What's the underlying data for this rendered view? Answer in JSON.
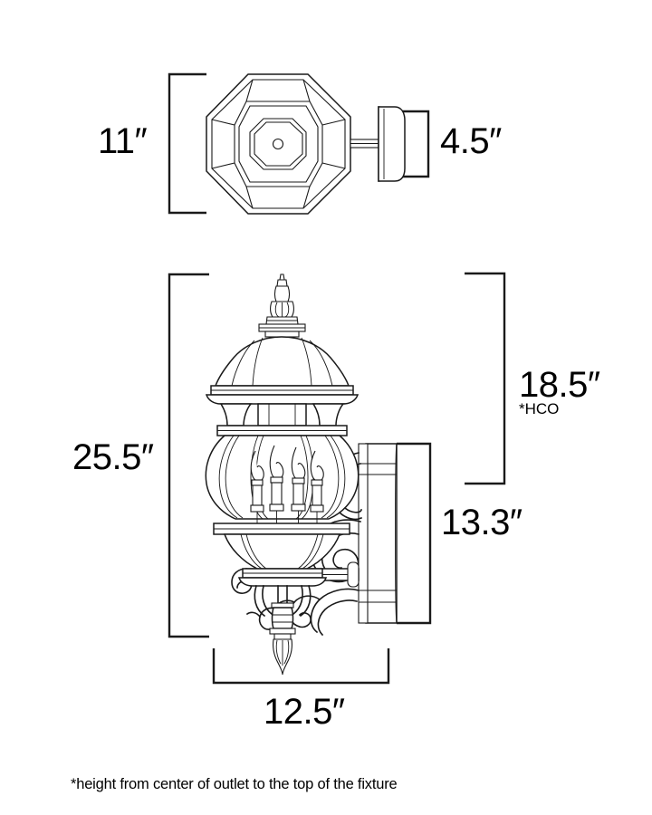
{
  "drawing": {
    "title": "Outdoor Wall Lantern Dimension Drawing",
    "stroke_color": "#1a1a1a",
    "background_color": "#ffffff",
    "views": [
      {
        "name": "top-view",
        "description": "octagonal canopy top view with wall mount plate"
      },
      {
        "name": "side-view",
        "description": "four-candle lantern on scrolled wall bracket"
      }
    ]
  },
  "dimensions": {
    "top_view_height": "11″",
    "top_view_extension": "4.5″",
    "fixture_height": "25.5″",
    "outlet_height": "18.5″",
    "outlet_height_note": "*HCO",
    "backplate_height": "13.3″",
    "fixture_width": "12.5″"
  },
  "footnote": {
    "text": "*height from center of outlet to the top of the fixture"
  }
}
